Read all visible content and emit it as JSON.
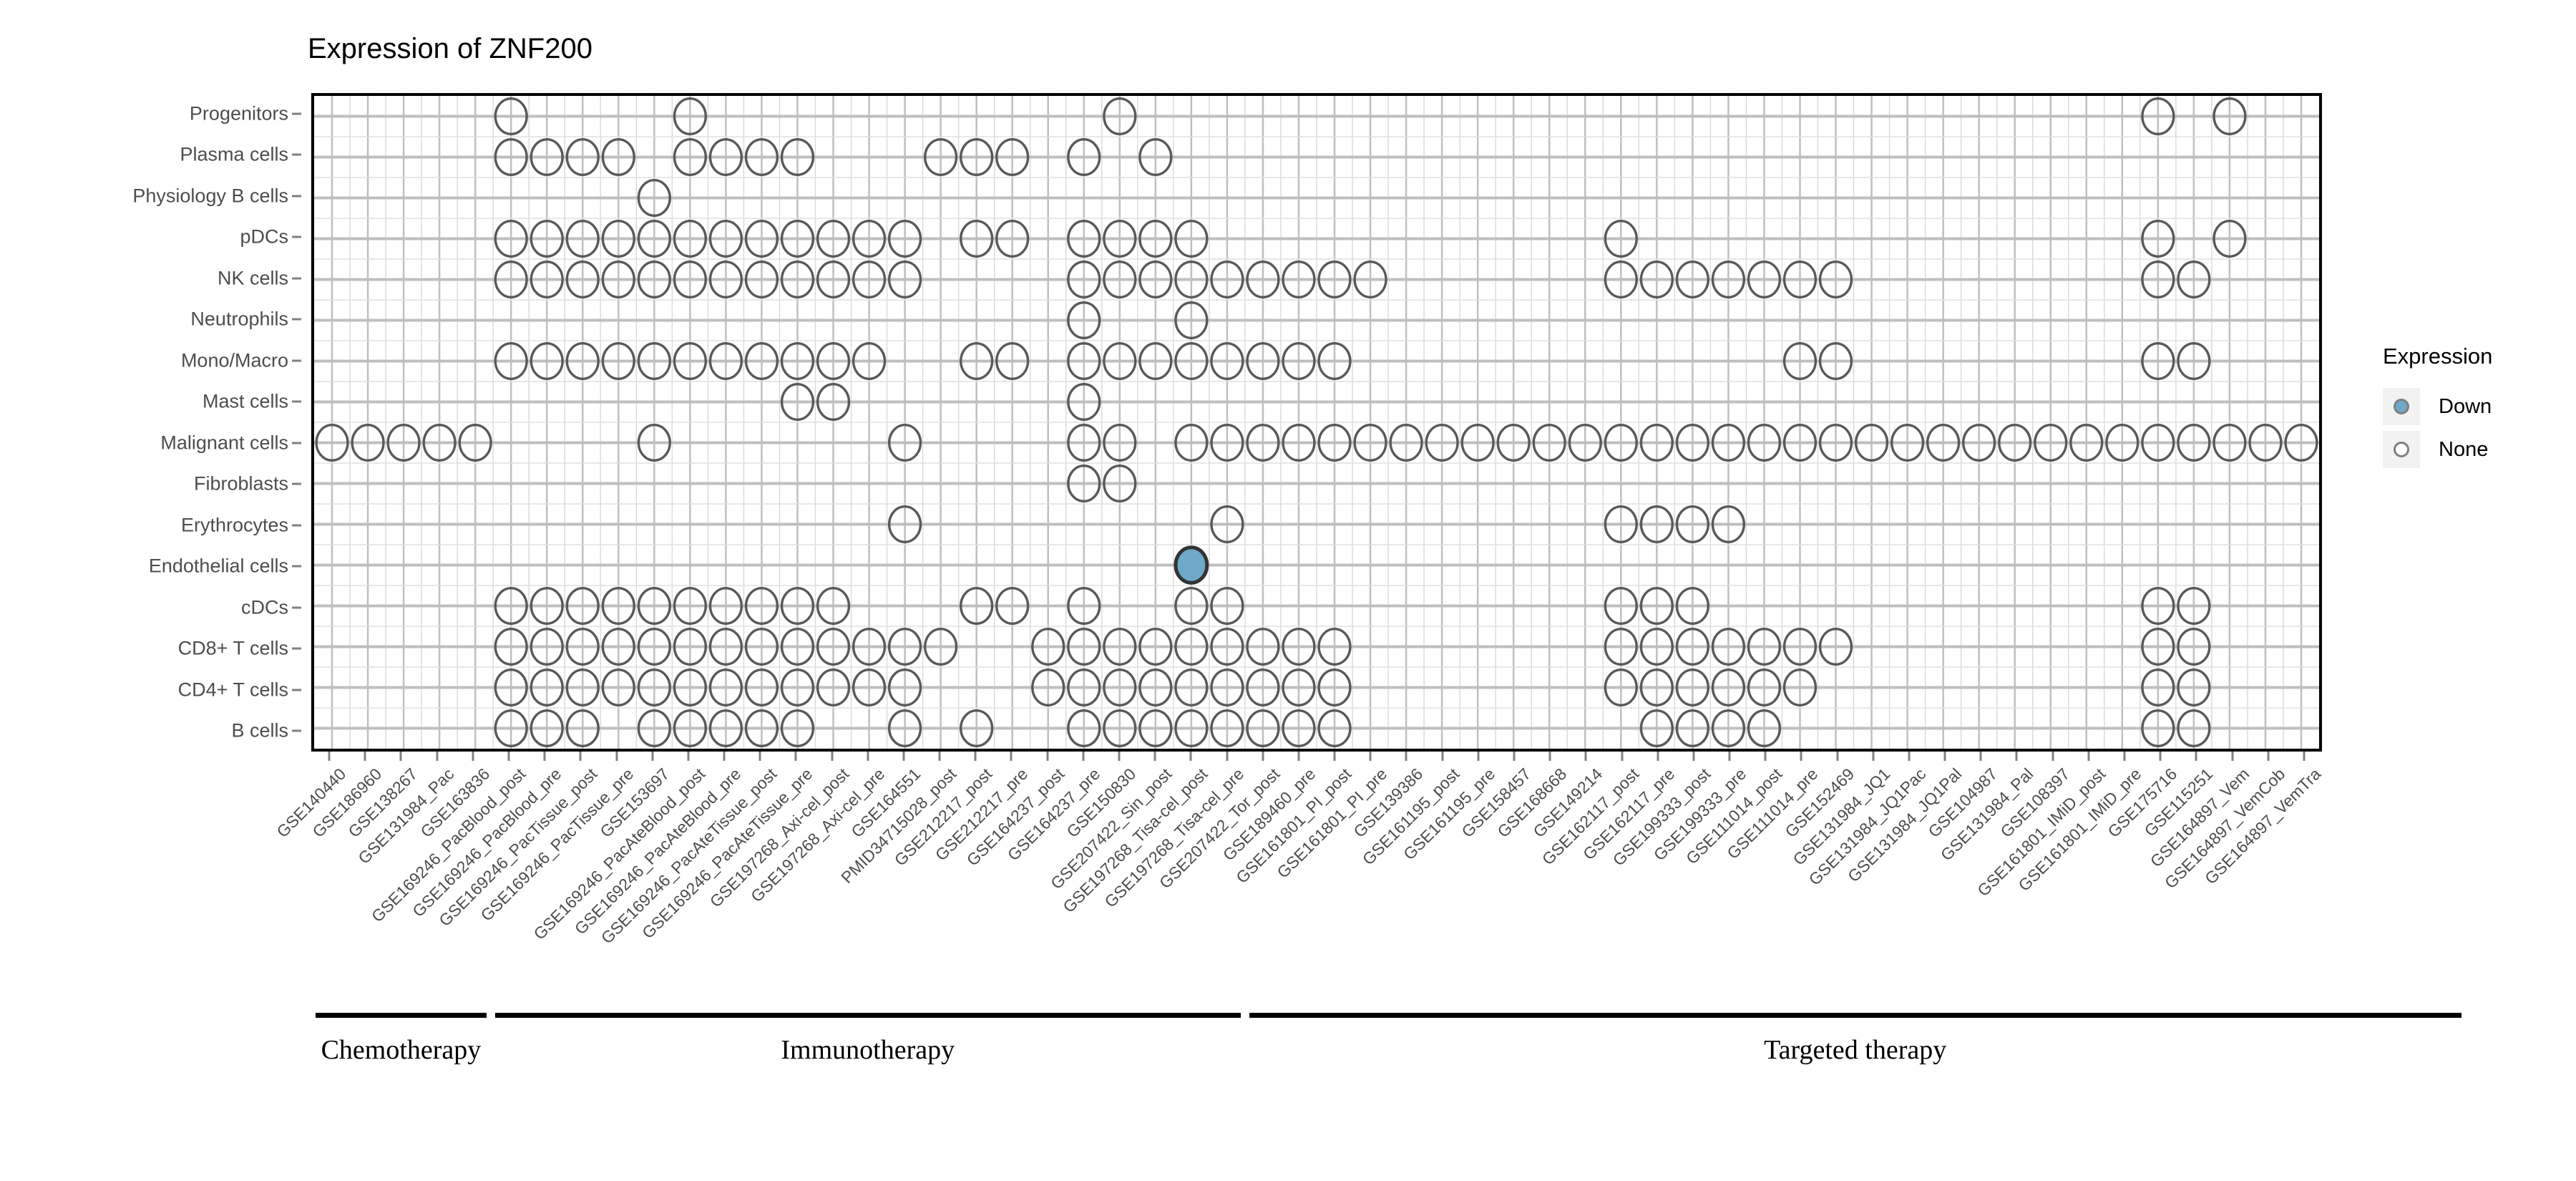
{
  "title": "Expression of ZNF200",
  "colors": {
    "down_fill": "#6fa8c8",
    "down_stroke": "#333333",
    "none_fill": "#ffffff",
    "none_stroke": "#595959",
    "grid": "#bfbfbf",
    "panel_border": "#000000",
    "axis_text": "#4d4d4d"
  },
  "legend": {
    "title": "Expression",
    "items": [
      {
        "label": "Down",
        "state": "down"
      },
      {
        "label": "None",
        "state": "none"
      }
    ]
  },
  "groups": [
    {
      "label": "Chemotherapy",
      "start_index": 0,
      "end_index": 4
    },
    {
      "label": "Immunotherapy",
      "start_index": 5,
      "end_index": 25
    },
    {
      "label": "Targeted therapy",
      "start_index": 26,
      "end_index": 59
    }
  ],
  "chart_data": {
    "type": "heatmap",
    "title": "Expression of ZNF200",
    "xlabel": "",
    "ylabel": "",
    "grid": true,
    "legend_position": "right",
    "y_categories": [
      "Progenitors",
      "Plasma cells",
      "Physiology B cells",
      "pDCs",
      "NK cells",
      "Neutrophils",
      "Mono/Macro",
      "Mast cells",
      "Malignant cells",
      "Fibroblasts",
      "Erythrocytes",
      "Endothelial cells",
      "cDCs",
      "CD8+ T cells",
      "CD4+ T cells",
      "B cells"
    ],
    "x_categories": [
      "GSE140440",
      "GSE186960",
      "GSE138267",
      "GSE131984_Pac",
      "GSE163836",
      "GSE169246_PacBlood_post",
      "GSE169246_PacBlood_pre",
      "GSE169246_PacTissue_post",
      "GSE169246_PacTissue_pre",
      "GSE153697",
      "GSE169246_PacAteBlood_post",
      "GSE169246_PacAteBlood_pre",
      "GSE169246_PacAteTissue_post",
      "GSE169246_PacAteTissue_pre",
      "GSE197268_Axi-cel_post",
      "GSE197268_Axi-cel_pre",
      "GSE164551",
      "PMID34715028_post",
      "GSE212217_post",
      "GSE212217_pre",
      "GSE164237_post",
      "GSE164237_pre",
      "GSE150830",
      "GSE207422_Sin_post",
      "GSE197268_Tisa-cel_post",
      "GSE197268_Tisa-cel_pre",
      "GSE207422_Tor_post",
      "GSE189460_pre",
      "GSE161801_PI_post",
      "GSE161801_PI_pre",
      "GSE139386",
      "GSE161195_post",
      "GSE161195_pre",
      "GSE158457",
      "GSE168668",
      "GSE149214",
      "GSE162117_post",
      "GSE162117_pre",
      "GSE199333_post",
      "GSE199333_pre",
      "GSE111014_post",
      "GSE111014_pre",
      "GSE152469",
      "GSE131984_JQ1",
      "GSE131984_JQ1Pac",
      "GSE131984_JQ1Pal",
      "GSE104987",
      "GSE131984_Pal",
      "GSE108397",
      "GSE161801_IMiD_post",
      "GSE161801_IMiD_pre",
      "GSE175716",
      "GSE115251",
      "GSE164897_Vem",
      "GSE164897_VemCob",
      "GSE164897_VemTra"
    ],
    "value_levels": [
      "none",
      "down"
    ],
    "cells": {
      "Progenitors": [
        [
          5,
          "none"
        ],
        [
          10,
          "none"
        ],
        [
          22,
          "none"
        ],
        [
          51,
          "none"
        ],
        [
          53,
          "none"
        ]
      ],
      "Plasma cells": [
        [
          5,
          "none"
        ],
        [
          6,
          "none"
        ],
        [
          7,
          "none"
        ],
        [
          8,
          "none"
        ],
        [
          10,
          "none"
        ],
        [
          11,
          "none"
        ],
        [
          12,
          "none"
        ],
        [
          13,
          "none"
        ],
        [
          17,
          "none"
        ],
        [
          18,
          "none"
        ],
        [
          19,
          "none"
        ],
        [
          21,
          "none"
        ],
        [
          23,
          "none"
        ]
      ],
      "Physiology B cells": [
        [
          9,
          "none"
        ]
      ],
      "pDCs": [
        [
          5,
          "none"
        ],
        [
          6,
          "none"
        ],
        [
          7,
          "none"
        ],
        [
          8,
          "none"
        ],
        [
          9,
          "none"
        ],
        [
          10,
          "none"
        ],
        [
          11,
          "none"
        ],
        [
          12,
          "none"
        ],
        [
          13,
          "none"
        ],
        [
          14,
          "none"
        ],
        [
          15,
          "none"
        ],
        [
          16,
          "none"
        ],
        [
          18,
          "none"
        ],
        [
          19,
          "none"
        ],
        [
          21,
          "none"
        ],
        [
          22,
          "none"
        ],
        [
          23,
          "none"
        ],
        [
          24,
          "none"
        ],
        [
          36,
          "none"
        ],
        [
          51,
          "none"
        ],
        [
          53,
          "none"
        ]
      ],
      "NK cells": [
        [
          5,
          "none"
        ],
        [
          6,
          "none"
        ],
        [
          7,
          "none"
        ],
        [
          8,
          "none"
        ],
        [
          9,
          "none"
        ],
        [
          10,
          "none"
        ],
        [
          11,
          "none"
        ],
        [
          12,
          "none"
        ],
        [
          13,
          "none"
        ],
        [
          14,
          "none"
        ],
        [
          15,
          "none"
        ],
        [
          16,
          "none"
        ],
        [
          21,
          "none"
        ],
        [
          22,
          "none"
        ],
        [
          23,
          "none"
        ],
        [
          24,
          "none"
        ],
        [
          25,
          "none"
        ],
        [
          26,
          "none"
        ],
        [
          27,
          "none"
        ],
        [
          28,
          "none"
        ],
        [
          29,
          "none"
        ],
        [
          36,
          "none"
        ],
        [
          37,
          "none"
        ],
        [
          38,
          "none"
        ],
        [
          39,
          "none"
        ],
        [
          40,
          "none"
        ],
        [
          41,
          "none"
        ],
        [
          42,
          "none"
        ],
        [
          51,
          "none"
        ],
        [
          52,
          "none"
        ]
      ],
      "Neutrophils": [
        [
          21,
          "none"
        ],
        [
          24,
          "none"
        ]
      ],
      "Mono/Macro": [
        [
          5,
          "none"
        ],
        [
          6,
          "none"
        ],
        [
          7,
          "none"
        ],
        [
          8,
          "none"
        ],
        [
          9,
          "none"
        ],
        [
          10,
          "none"
        ],
        [
          11,
          "none"
        ],
        [
          12,
          "none"
        ],
        [
          13,
          "none"
        ],
        [
          14,
          "none"
        ],
        [
          15,
          "none"
        ],
        [
          18,
          "none"
        ],
        [
          19,
          "none"
        ],
        [
          21,
          "none"
        ],
        [
          22,
          "none"
        ],
        [
          23,
          "none"
        ],
        [
          24,
          "none"
        ],
        [
          25,
          "none"
        ],
        [
          26,
          "none"
        ],
        [
          27,
          "none"
        ],
        [
          28,
          "none"
        ],
        [
          41,
          "none"
        ],
        [
          42,
          "none"
        ],
        [
          51,
          "none"
        ],
        [
          52,
          "none"
        ]
      ],
      "Mast cells": [
        [
          13,
          "none"
        ],
        [
          14,
          "none"
        ],
        [
          21,
          "none"
        ]
      ],
      "Malignant cells": [
        [
          0,
          "none"
        ],
        [
          1,
          "none"
        ],
        [
          2,
          "none"
        ],
        [
          3,
          "none"
        ],
        [
          4,
          "none"
        ],
        [
          9,
          "none"
        ],
        [
          16,
          "none"
        ],
        [
          21,
          "none"
        ],
        [
          22,
          "none"
        ],
        [
          24,
          "none"
        ],
        [
          25,
          "none"
        ],
        [
          26,
          "none"
        ],
        [
          27,
          "none"
        ],
        [
          28,
          "none"
        ],
        [
          29,
          "none"
        ],
        [
          30,
          "none"
        ],
        [
          31,
          "none"
        ],
        [
          32,
          "none"
        ],
        [
          33,
          "none"
        ],
        [
          34,
          "none"
        ],
        [
          35,
          "none"
        ],
        [
          36,
          "none"
        ],
        [
          37,
          "none"
        ],
        [
          38,
          "none"
        ],
        [
          39,
          "none"
        ],
        [
          40,
          "none"
        ],
        [
          41,
          "none"
        ],
        [
          42,
          "none"
        ],
        [
          43,
          "none"
        ],
        [
          44,
          "none"
        ],
        [
          45,
          "none"
        ],
        [
          46,
          "none"
        ],
        [
          47,
          "none"
        ],
        [
          48,
          "none"
        ],
        [
          49,
          "none"
        ],
        [
          50,
          "none"
        ],
        [
          51,
          "none"
        ],
        [
          52,
          "none"
        ],
        [
          53,
          "none"
        ],
        [
          54,
          "none"
        ],
        [
          55,
          "none"
        ]
      ],
      "Fibroblasts": [
        [
          21,
          "none"
        ],
        [
          22,
          "none"
        ]
      ],
      "Erythrocytes": [
        [
          16,
          "none"
        ],
        [
          25,
          "none"
        ],
        [
          36,
          "none"
        ],
        [
          37,
          "none"
        ],
        [
          38,
          "none"
        ],
        [
          39,
          "none"
        ]
      ],
      "Endothelial cells": [
        [
          24,
          "down"
        ]
      ],
      "cDCs": [
        [
          5,
          "none"
        ],
        [
          6,
          "none"
        ],
        [
          7,
          "none"
        ],
        [
          8,
          "none"
        ],
        [
          9,
          "none"
        ],
        [
          10,
          "none"
        ],
        [
          11,
          "none"
        ],
        [
          12,
          "none"
        ],
        [
          13,
          "none"
        ],
        [
          14,
          "none"
        ],
        [
          18,
          "none"
        ],
        [
          19,
          "none"
        ],
        [
          21,
          "none"
        ],
        [
          24,
          "none"
        ],
        [
          25,
          "none"
        ],
        [
          36,
          "none"
        ],
        [
          37,
          "none"
        ],
        [
          38,
          "none"
        ],
        [
          51,
          "none"
        ],
        [
          52,
          "none"
        ]
      ],
      "CD8+ T cells": [
        [
          5,
          "none"
        ],
        [
          6,
          "none"
        ],
        [
          7,
          "none"
        ],
        [
          8,
          "none"
        ],
        [
          9,
          "none"
        ],
        [
          10,
          "none"
        ],
        [
          11,
          "none"
        ],
        [
          12,
          "none"
        ],
        [
          13,
          "none"
        ],
        [
          14,
          "none"
        ],
        [
          15,
          "none"
        ],
        [
          16,
          "none"
        ],
        [
          17,
          "none"
        ],
        [
          20,
          "none"
        ],
        [
          21,
          "none"
        ],
        [
          22,
          "none"
        ],
        [
          23,
          "none"
        ],
        [
          24,
          "none"
        ],
        [
          25,
          "none"
        ],
        [
          26,
          "none"
        ],
        [
          27,
          "none"
        ],
        [
          28,
          "none"
        ],
        [
          36,
          "none"
        ],
        [
          37,
          "none"
        ],
        [
          38,
          "none"
        ],
        [
          39,
          "none"
        ],
        [
          40,
          "none"
        ],
        [
          41,
          "none"
        ],
        [
          42,
          "none"
        ],
        [
          51,
          "none"
        ],
        [
          52,
          "none"
        ]
      ],
      "CD4+ T cells": [
        [
          5,
          "none"
        ],
        [
          6,
          "none"
        ],
        [
          7,
          "none"
        ],
        [
          8,
          "none"
        ],
        [
          9,
          "none"
        ],
        [
          10,
          "none"
        ],
        [
          11,
          "none"
        ],
        [
          12,
          "none"
        ],
        [
          13,
          "none"
        ],
        [
          14,
          "none"
        ],
        [
          15,
          "none"
        ],
        [
          16,
          "none"
        ],
        [
          20,
          "none"
        ],
        [
          21,
          "none"
        ],
        [
          22,
          "none"
        ],
        [
          23,
          "none"
        ],
        [
          24,
          "none"
        ],
        [
          25,
          "none"
        ],
        [
          26,
          "none"
        ],
        [
          27,
          "none"
        ],
        [
          28,
          "none"
        ],
        [
          36,
          "none"
        ],
        [
          37,
          "none"
        ],
        [
          38,
          "none"
        ],
        [
          39,
          "none"
        ],
        [
          40,
          "none"
        ],
        [
          41,
          "none"
        ],
        [
          51,
          "none"
        ],
        [
          52,
          "none"
        ]
      ],
      "B cells": [
        [
          5,
          "none"
        ],
        [
          6,
          "none"
        ],
        [
          7,
          "none"
        ],
        [
          9,
          "none"
        ],
        [
          10,
          "none"
        ],
        [
          11,
          "none"
        ],
        [
          12,
          "none"
        ],
        [
          13,
          "none"
        ],
        [
          16,
          "none"
        ],
        [
          18,
          "none"
        ],
        [
          21,
          "none"
        ],
        [
          22,
          "none"
        ],
        [
          23,
          "none"
        ],
        [
          24,
          "none"
        ],
        [
          25,
          "none"
        ],
        [
          26,
          "none"
        ],
        [
          27,
          "none"
        ],
        [
          28,
          "none"
        ],
        [
          37,
          "none"
        ],
        [
          38,
          "none"
        ],
        [
          39,
          "none"
        ],
        [
          40,
          "none"
        ],
        [
          51,
          "none"
        ],
        [
          52,
          "none"
        ]
      ]
    }
  }
}
